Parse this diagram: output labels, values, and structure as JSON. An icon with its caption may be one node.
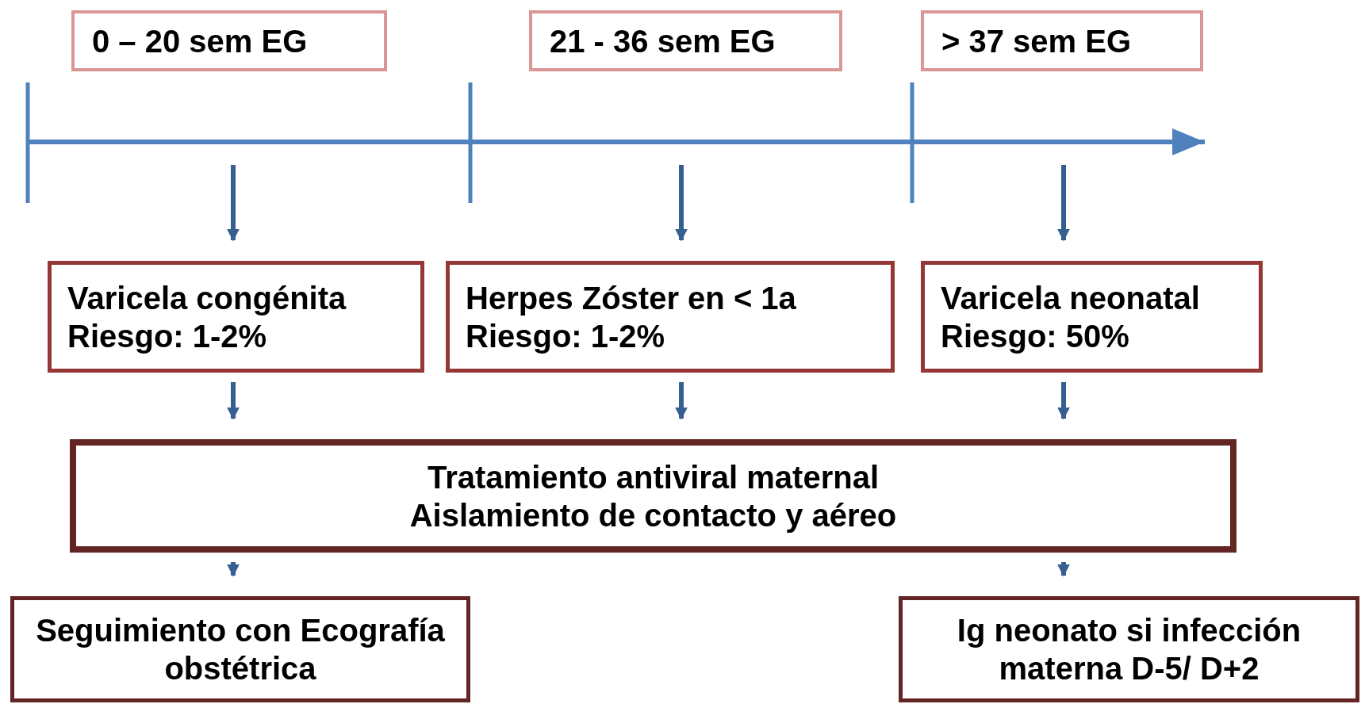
{
  "diagram": {
    "nodes": [
      {
        "text": [
          "0 – 20 sem EG"
        ]
      },
      {
        "text": [
          "21 - 36 sem EG"
        ]
      },
      {
        "text": [
          "> 37 sem EG"
        ]
      },
      {
        "text": [
          "Varicela congénita",
          "Riesgo: 1-2%"
        ]
      },
      {
        "text": [
          "Herpes Zóster en < 1a",
          "Riesgo: 1-2%"
        ]
      },
      {
        "text": [
          "Varicela neonatal",
          "Riesgo: 50%"
        ]
      },
      {
        "text": [
          "Tratamiento antiviral maternal",
          "Aislamiento de contacto y aéreo"
        ]
      },
      {
        "text": [
          "Seguimiento con Ecografía obstétrica"
        ]
      },
      {
        "text": [
          "Ig neonato si infección materna D-5/ D+2"
        ]
      }
    ],
    "edges": [
      {
        "from": null,
        "to": 3,
        "arrow": "to"
      },
      {
        "from": null,
        "to": 4,
        "arrow": "to"
      },
      {
        "from": null,
        "to": 5,
        "arrow": "to"
      },
      {
        "from": 3,
        "to": 6,
        "arrow": "to"
      },
      {
        "from": 4,
        "to": 6,
        "arrow": "to"
      },
      {
        "from": 5,
        "to": 6,
        "arrow": "to"
      },
      {
        "from": 6,
        "to": 7,
        "arrow": "to"
      },
      {
        "from": 6,
        "to": 8,
        "arrow": "to"
      }
    ]
  }
}
